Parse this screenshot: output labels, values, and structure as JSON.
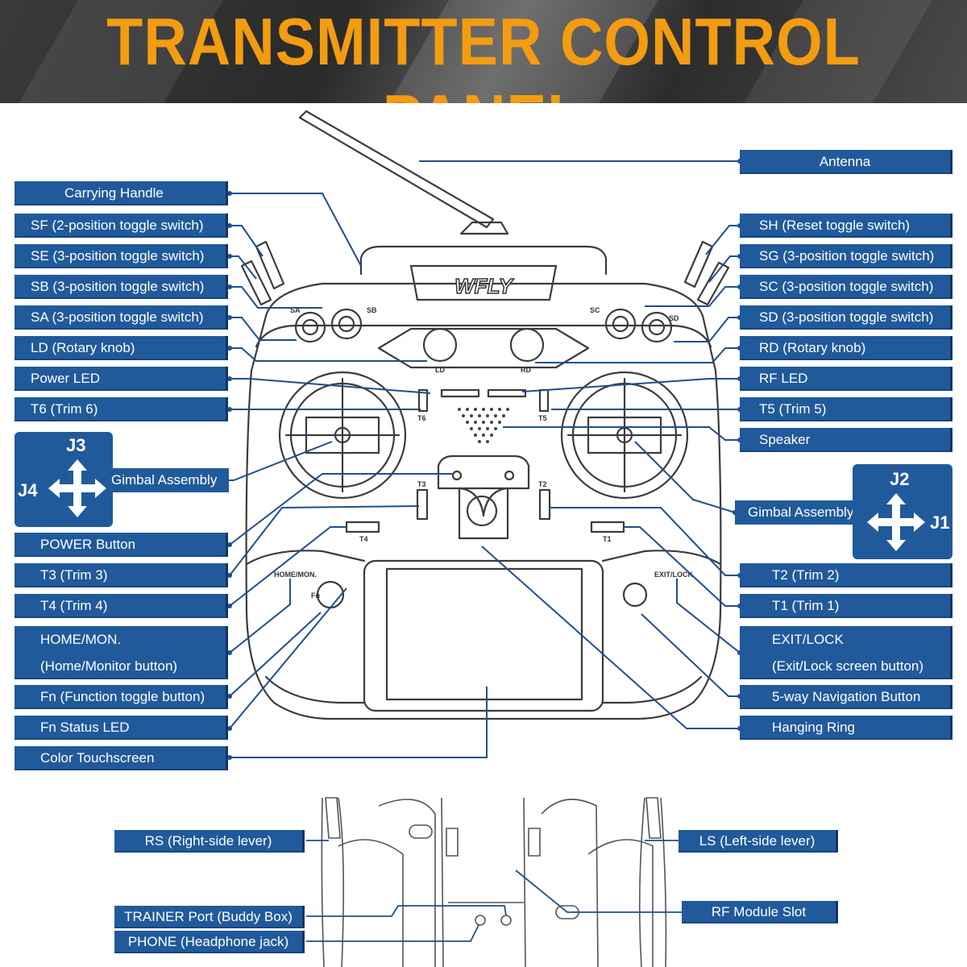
{
  "title": "TRANSMITTER CONTROL PANEL",
  "brand": "WFLY",
  "colors": {
    "title": "#f39c12",
    "label_bg": "#215a9b",
    "leader": "#1f4f8a"
  },
  "labels_left": [
    {
      "id": "carrying-handle",
      "text": "Carrying Handle"
    },
    {
      "id": "sf",
      "text": "SF (2-position toggle switch)"
    },
    {
      "id": "se",
      "text": "SE (3-position toggle switch)"
    },
    {
      "id": "sb",
      "text": "SB (3-position toggle switch)"
    },
    {
      "id": "sa",
      "text": "SA (3-position toggle switch)"
    },
    {
      "id": "ld",
      "text": "LD (Rotary knob)"
    },
    {
      "id": "power-led",
      "text": "Power LED"
    },
    {
      "id": "t6",
      "text": "T6 (Trim 6)"
    },
    {
      "id": "power-button",
      "text": "POWER Button"
    },
    {
      "id": "t3",
      "text": "T3 (Trim 3)"
    },
    {
      "id": "t4",
      "text": "T4 (Trim 4)"
    },
    {
      "id": "home",
      "text": "HOME/MON.",
      "sub": "(Home/Monitor button)"
    },
    {
      "id": "fn",
      "text": "Fn (Function toggle button)"
    },
    {
      "id": "fn-led",
      "text": "Fn Status LED"
    },
    {
      "id": "touchscreen",
      "text": "Color Touchscreen"
    }
  ],
  "labels_right": [
    {
      "id": "antenna",
      "text": "Antenna"
    },
    {
      "id": "sh",
      "text": "SH (Reset toggle switch)"
    },
    {
      "id": "sg",
      "text": "SG (3-position toggle switch)"
    },
    {
      "id": "sc",
      "text": "SC (3-position toggle switch)"
    },
    {
      "id": "sd",
      "text": "SD (3-position toggle switch)"
    },
    {
      "id": "rd",
      "text": "RD (Rotary knob)"
    },
    {
      "id": "rf-led",
      "text": "RF LED"
    },
    {
      "id": "t5",
      "text": "T5 (Trim 5)"
    },
    {
      "id": "speaker",
      "text": "Speaker"
    },
    {
      "id": "t2",
      "text": "T2 (Trim 2)"
    },
    {
      "id": "t1",
      "text": "T1 (Trim 1)"
    },
    {
      "id": "exit",
      "text": "EXIT/LOCK",
      "sub": "(Exit/Lock screen button)"
    },
    {
      "id": "nav",
      "text": "5-way Navigation Button"
    },
    {
      "id": "ring",
      "text": "Hanging Ring"
    }
  ],
  "gimbal_left": {
    "j_top": "J3",
    "j_side": "J4",
    "label": "Gimbal Assembly"
  },
  "gimbal_right": {
    "j_top": "J2",
    "j_side": "J1",
    "label": "Gimbal Assembly"
  },
  "labels_bottom": [
    {
      "id": "rs",
      "text": "RS (Right-side lever)"
    },
    {
      "id": "ls",
      "text": "LS (Left-side lever)"
    },
    {
      "id": "trainer",
      "text": "TRAINER Port (Buddy Box)"
    },
    {
      "id": "rf-slot",
      "text": "RF Module Slot"
    },
    {
      "id": "phone",
      "text": "PHONE (Headphone jack)"
    }
  ],
  "device_text": {
    "sa": "SA",
    "sb": "SB",
    "sc": "SC",
    "sd": "SD",
    "ld": "LD",
    "rd": "RD",
    "t1": "T1",
    "t2": "T2",
    "t3": "T3",
    "t4": "T4",
    "t5": "T5",
    "t6": "T6",
    "fn": "Fn",
    "home": "HOME/MON.",
    "exit": "EXIT/LOCK"
  }
}
